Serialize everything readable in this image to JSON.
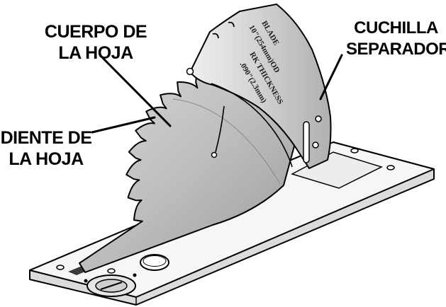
{
  "labels": {
    "blade_body": {
      "line1": "CUERPO DE",
      "line2": "LA HOJA"
    },
    "blade_tooth": {
      "line1": "DIENTE DE",
      "line2": "LA HOJA"
    },
    "riving_knife": {
      "line1": "CUCHILLA",
      "line2": "SEPARADORA"
    }
  },
  "knife_engraving": {
    "line1": "BLADE",
    "line2": "10\"(254mm)OD",
    "line3": "RK THICKNESS",
    "line4": ".090\"(2.3mm)"
  },
  "colors": {
    "outline": "#000000",
    "blade_fill": "#c8c8c8",
    "knife_fill": "#e2e2e2",
    "plate_fill": "#f4f4f4"
  }
}
